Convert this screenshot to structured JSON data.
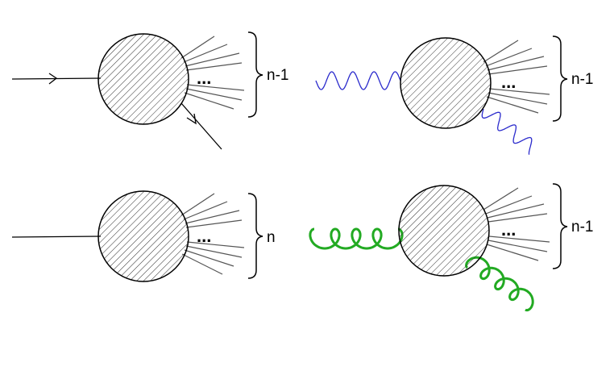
{
  "colors": {
    "line": "#000000",
    "fan": "#555555",
    "photon": "#2a2acc",
    "gluon": "#22aa22"
  },
  "diagrams": [
    {
      "id": "quark",
      "label": "n-1",
      "ellipsis": "..."
    },
    {
      "id": "photon",
      "label": "n-1",
      "ellipsis": "..."
    },
    {
      "id": "scalar",
      "label": "n",
      "ellipsis": "..."
    },
    {
      "id": "gluon",
      "label": "n-1",
      "ellipsis": "..."
    }
  ]
}
